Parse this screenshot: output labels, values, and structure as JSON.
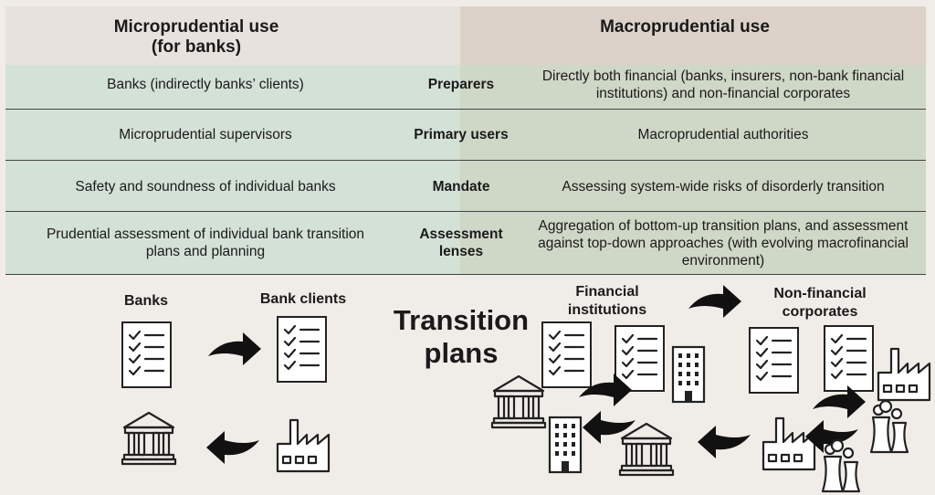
{
  "header": {
    "left_title": "Microprudential use\n(for banks)",
    "right_title": "Macroprudential use"
  },
  "rows": [
    {
      "left": "Banks (indirectly banks’ clients)",
      "label": "Preparers",
      "right": "Directly both financial (banks, insurers, non-bank financial institutions) and non-financial corporates"
    },
    {
      "left": "Microprudential supervisors",
      "label": "Primary users",
      "right": "Macroprudential authorities"
    },
    {
      "left": "Safety and soundness of individual banks",
      "label": "Mandate",
      "right": "Assessing system-wide risks of disorderly transition"
    },
    {
      "left": "Prudential assessment of individual bank transition plans and planning",
      "label": "Assessment lenses",
      "right": "Aggregation of bottom-up transition plans, and assessment against top-down approaches (with evolving macrofinancial environment)"
    }
  ],
  "diagram": {
    "banks_label": "Banks",
    "bank_clients_label": "Bank clients",
    "center_title": "Transition plans",
    "financial_institutions_label": "Financial institutions",
    "non_financial_corporates_label": "Non-financial corporates"
  },
  "icons": [
    "checklist-icon",
    "bank-building-icon",
    "factory-icon",
    "office-building-icon",
    "power-plant-icon",
    "arrow-icon"
  ],
  "colors": {
    "background": "#f0ede8",
    "header_left": "#e8e2de",
    "header_right": "#dcd2c9",
    "row_left": "#d4e1d6",
    "row_right": "#cfd8c6"
  }
}
